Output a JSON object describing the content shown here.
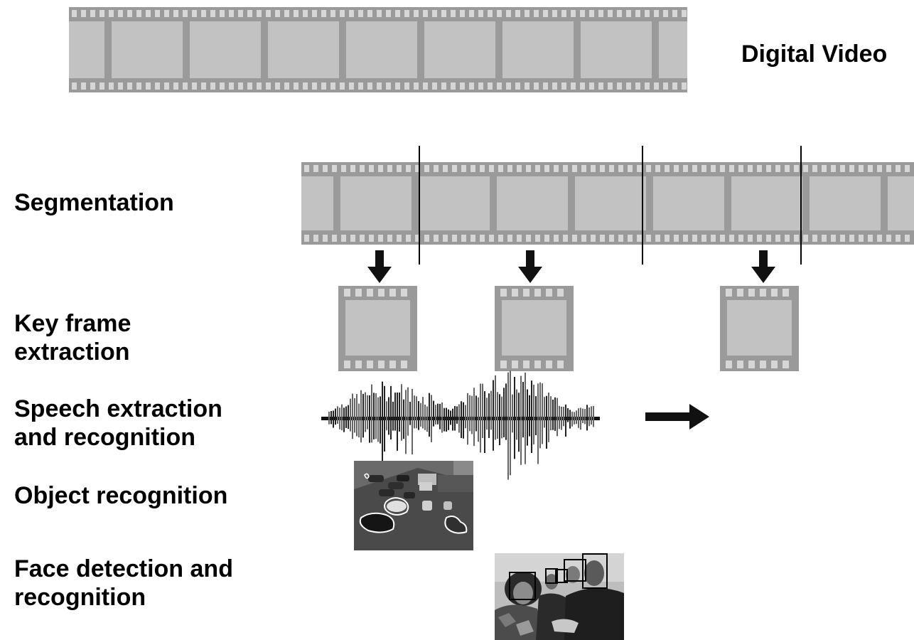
{
  "labels": {
    "digital_video": "Digital Video",
    "segmentation": "Segmentation",
    "key_frame": [
      "Key frame",
      "extraction"
    ],
    "speech": [
      "Speech extraction",
      "and recognition"
    ],
    "object": "Object recognition",
    "face": [
      "Face detection and",
      "recognition"
    ]
  },
  "colors": {
    "film_frame": "#9a9a9a",
    "film_cell": "#c2c2c2",
    "film_hole": "#d6d6d6",
    "arrow": "#111111",
    "ink": "#000000"
  },
  "icons": {
    "film_strip": "film-strip-icon",
    "key_frame": "key-frame-icon",
    "down_arrow": "down-arrow-icon",
    "right_arrow": "right-arrow-icon",
    "waveform": "audio-waveform-icon"
  }
}
